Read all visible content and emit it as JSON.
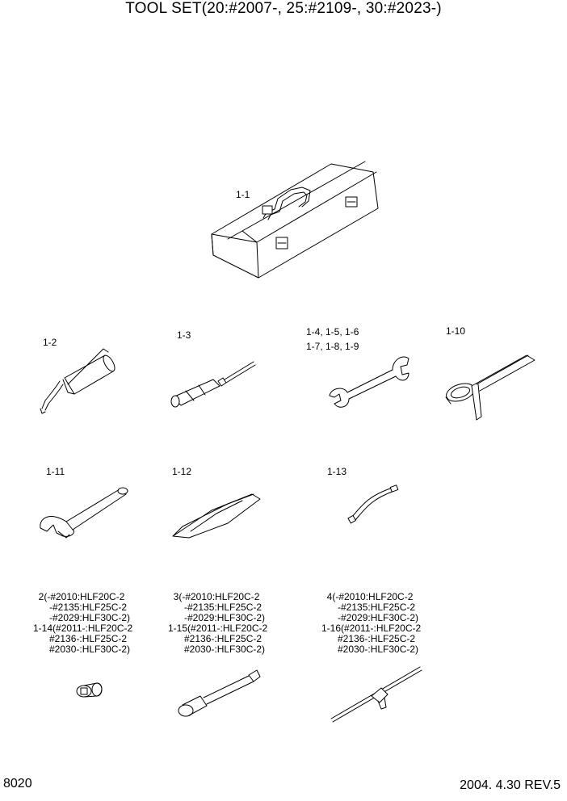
{
  "title": "TOOL SET(20:#2007-, 25:#2109-, 30:#2023-)",
  "page_number": "8020",
  "revision": "2004. 4.30 REV.5",
  "parts": {
    "p1_1": "1-1",
    "p1_2": "1-2",
    "p1_3": "1-3",
    "p1_4_line1": "1-4, 1-5, 1-6",
    "p1_4_line2": "1-7, 1-8, 1-9",
    "p1_10": "1-10",
    "p1_11": "1-11",
    "p1_12": "1-12",
    "p1_13": "1-13"
  },
  "notes": {
    "n1_14": "  2(-#2010:HLF20C-2\n      -#2135:HLF25C-2\n      -#2029:HLF30C-2)\n1-14(#2011-:HLF20C-2\n      #2136-:HLF25C-2\n      #2030-:HLF30C-2)",
    "n1_15": "  3(-#2010:HLF20C-2\n      -#2135:HLF25C-2\n      -#2029:HLF30C-2)\n1-15(#2011-:HLF20C-2\n      #2136-:HLF25C-2\n      #2030-:HLF30C-2)",
    "n1_16": "  4(-#2010:HLF20C-2\n      -#2135:HLF25C-2\n      -#2029:HLF30C-2)\n1-16(#2011-:HLF20C-2\n      #2136-:HLF25C-2\n      #2030-:HLF30C-2)"
  }
}
